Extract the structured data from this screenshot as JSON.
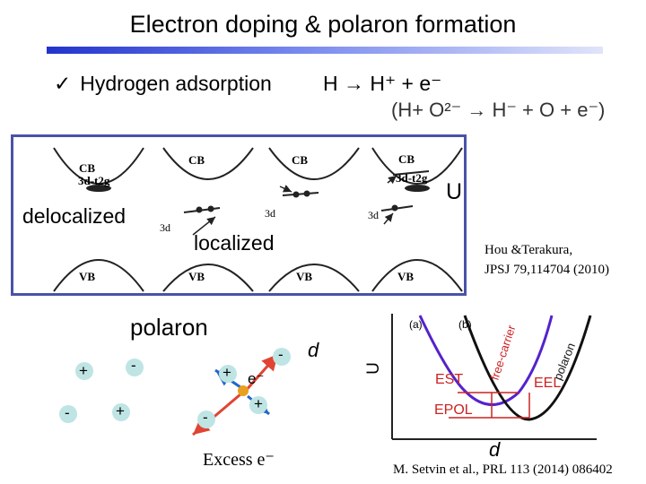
{
  "slide": {
    "title": "Electron doping & polaron formation",
    "bullet_icon": "checkmark-icon",
    "bullet_text": "Hydrogen adsorption",
    "reaction_main": "H → H⁺ + e⁻",
    "reaction_detail": "(H+ O²⁻ → H⁻ + O + e⁻)"
  },
  "band_diagram": {
    "cb_label": "CB",
    "vb_label": "VB",
    "level_label_t2g": "3d-t2g",
    "level_label_3d": "3d",
    "label_delocalized": "delocalized",
    "label_localized": "localized",
    "label_U": "U",
    "reference": [
      "Hou &Terakura,",
      "JPSJ 79,114704 (2010)"
    ]
  },
  "polaron_sketch": {
    "title": "polaron",
    "plus": "+",
    "minus": "-",
    "electron_label": "e⁻",
    "caption": "Excess e⁻"
  },
  "energy_plot": {
    "panel_a": "(a)",
    "panel_b": "(b)",
    "axis_y": "U",
    "axis_x": "d",
    "label_d_coord": "d",
    "label_est": "EST",
    "label_epol": "EPOL",
    "label_eel": "EEL",
    "curve_free": "free-carrier",
    "curve_polaron": "polaron",
    "reference": "M. Setvin et al., PRL 113 (2014) 086402"
  },
  "colors": {
    "title_rule": "#2233cc",
    "frame": "#4a52a8",
    "blue_curve": "#5522cc",
    "red_text": "#cc2222",
    "ion_fill": "#bfe4e4",
    "arrow_red": "#e04433",
    "arrow_blue": "#2266cc",
    "electron": "#e8a020"
  }
}
